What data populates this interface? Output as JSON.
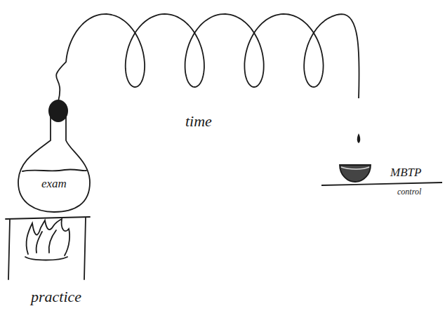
{
  "diagram": {
    "nodes": [
      {
        "text": [
          "exam"
        ]
      },
      {
        "text": [
          "MBTP",
          "control"
        ]
      }
    ],
    "edges": [
      {
        "from": 0,
        "to": 1,
        "arrow": "none",
        "label": "time"
      }
    ],
    "labels": [
      "practice"
    ]
  }
}
